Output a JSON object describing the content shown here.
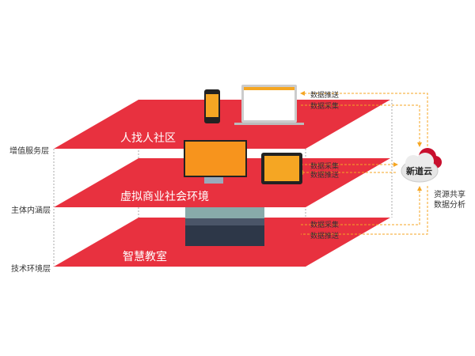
{
  "layers": [
    {
      "side_label": "增值服务层",
      "title": "人找人社区"
    },
    {
      "side_label": "主体内涵层",
      "title": "虚拟商业社会环境"
    },
    {
      "side_label": "技术环境层",
      "title": "智慧教室"
    }
  ],
  "flows": {
    "push": "数据推送",
    "collect": "数据采集"
  },
  "cloud": {
    "name": "新道云",
    "caption_line1": "资源共享",
    "caption_line2": "数据分析"
  },
  "colors": {
    "layer": "#e8313f",
    "arrow": "#f5a623",
    "cloud_accent": "#c8102e"
  }
}
